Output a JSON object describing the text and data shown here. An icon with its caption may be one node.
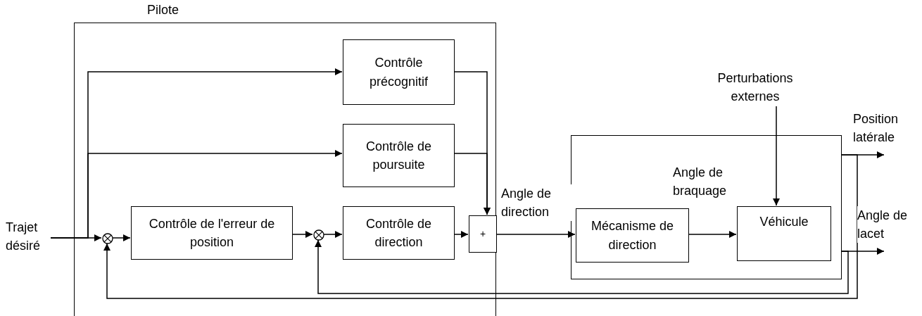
{
  "diagram": {
    "nodes": [
      {
        "text": [
          "Pilote"
        ]
      },
      {
        "text": [
          "Contrôle précognitif"
        ],
        "in": 0
      },
      {
        "text": [
          "Contrôle de poursuite"
        ],
        "in": 0
      },
      {
        "text": [
          "Contrôle de l'erreur de position"
        ],
        "in": 0
      },
      {
        "text": [
          "Contrôle de direction"
        ],
        "in": 0
      },
      {
        "text": [],
        "shape": "circle",
        "in": 0
      },
      {
        "text": [],
        "shape": "circle",
        "in": 0
      },
      {
        "text": [
          "+"
        ],
        "in": 0
      },
      {
        "text": [
          "Trajet désiré"
        ]
      },
      {
        "text": [],
        "shape": "box"
      },
      {
        "text": [
          "Mécanisme de direction"
        ],
        "in": 9
      },
      {
        "text": [
          "Véhicule"
        ],
        "in": 9
      },
      {
        "text": [
          "Perturbations externes"
        ]
      }
    ],
    "edges": [
      {
        "from": 8,
        "to": 5,
        "arrow": "to"
      },
      {
        "from": 8,
        "to": 1,
        "arrow": "to"
      },
      {
        "from": 8,
        "to": 2,
        "arrow": "to"
      },
      {
        "from": 5,
        "to": 3,
        "arrow": "to"
      },
      {
        "from": 3,
        "to": 6,
        "arrow": "to"
      },
      {
        "from": 6,
        "to": 4,
        "arrow": "to"
      },
      {
        "from": 4,
        "to": 7,
        "arrow": "to"
      },
      {
        "from": 1,
        "to": 7,
        "arrow": "to"
      },
      {
        "from": 2,
        "to": 7,
        "arrow": "to"
      },
      {
        "from": 7,
        "to": 10,
        "arrow": "to",
        "label": "Angle de direction"
      },
      {
        "from": 10,
        "to": 11,
        "arrow": "to",
        "label": "Angle de braquage"
      },
      {
        "from": 12,
        "to": 11,
        "arrow": "to"
      },
      {
        "from": 9,
        "to": null,
        "arrow": "to",
        "label": "Position latérale"
      },
      {
        "from": 9,
        "to": null,
        "arrow": "to",
        "label": "Angle de lacet"
      },
      {
        "from": 9,
        "to": 6,
        "arrow": "to"
      },
      {
        "from": 9,
        "to": 5,
        "arrow": "to"
      }
    ]
  }
}
